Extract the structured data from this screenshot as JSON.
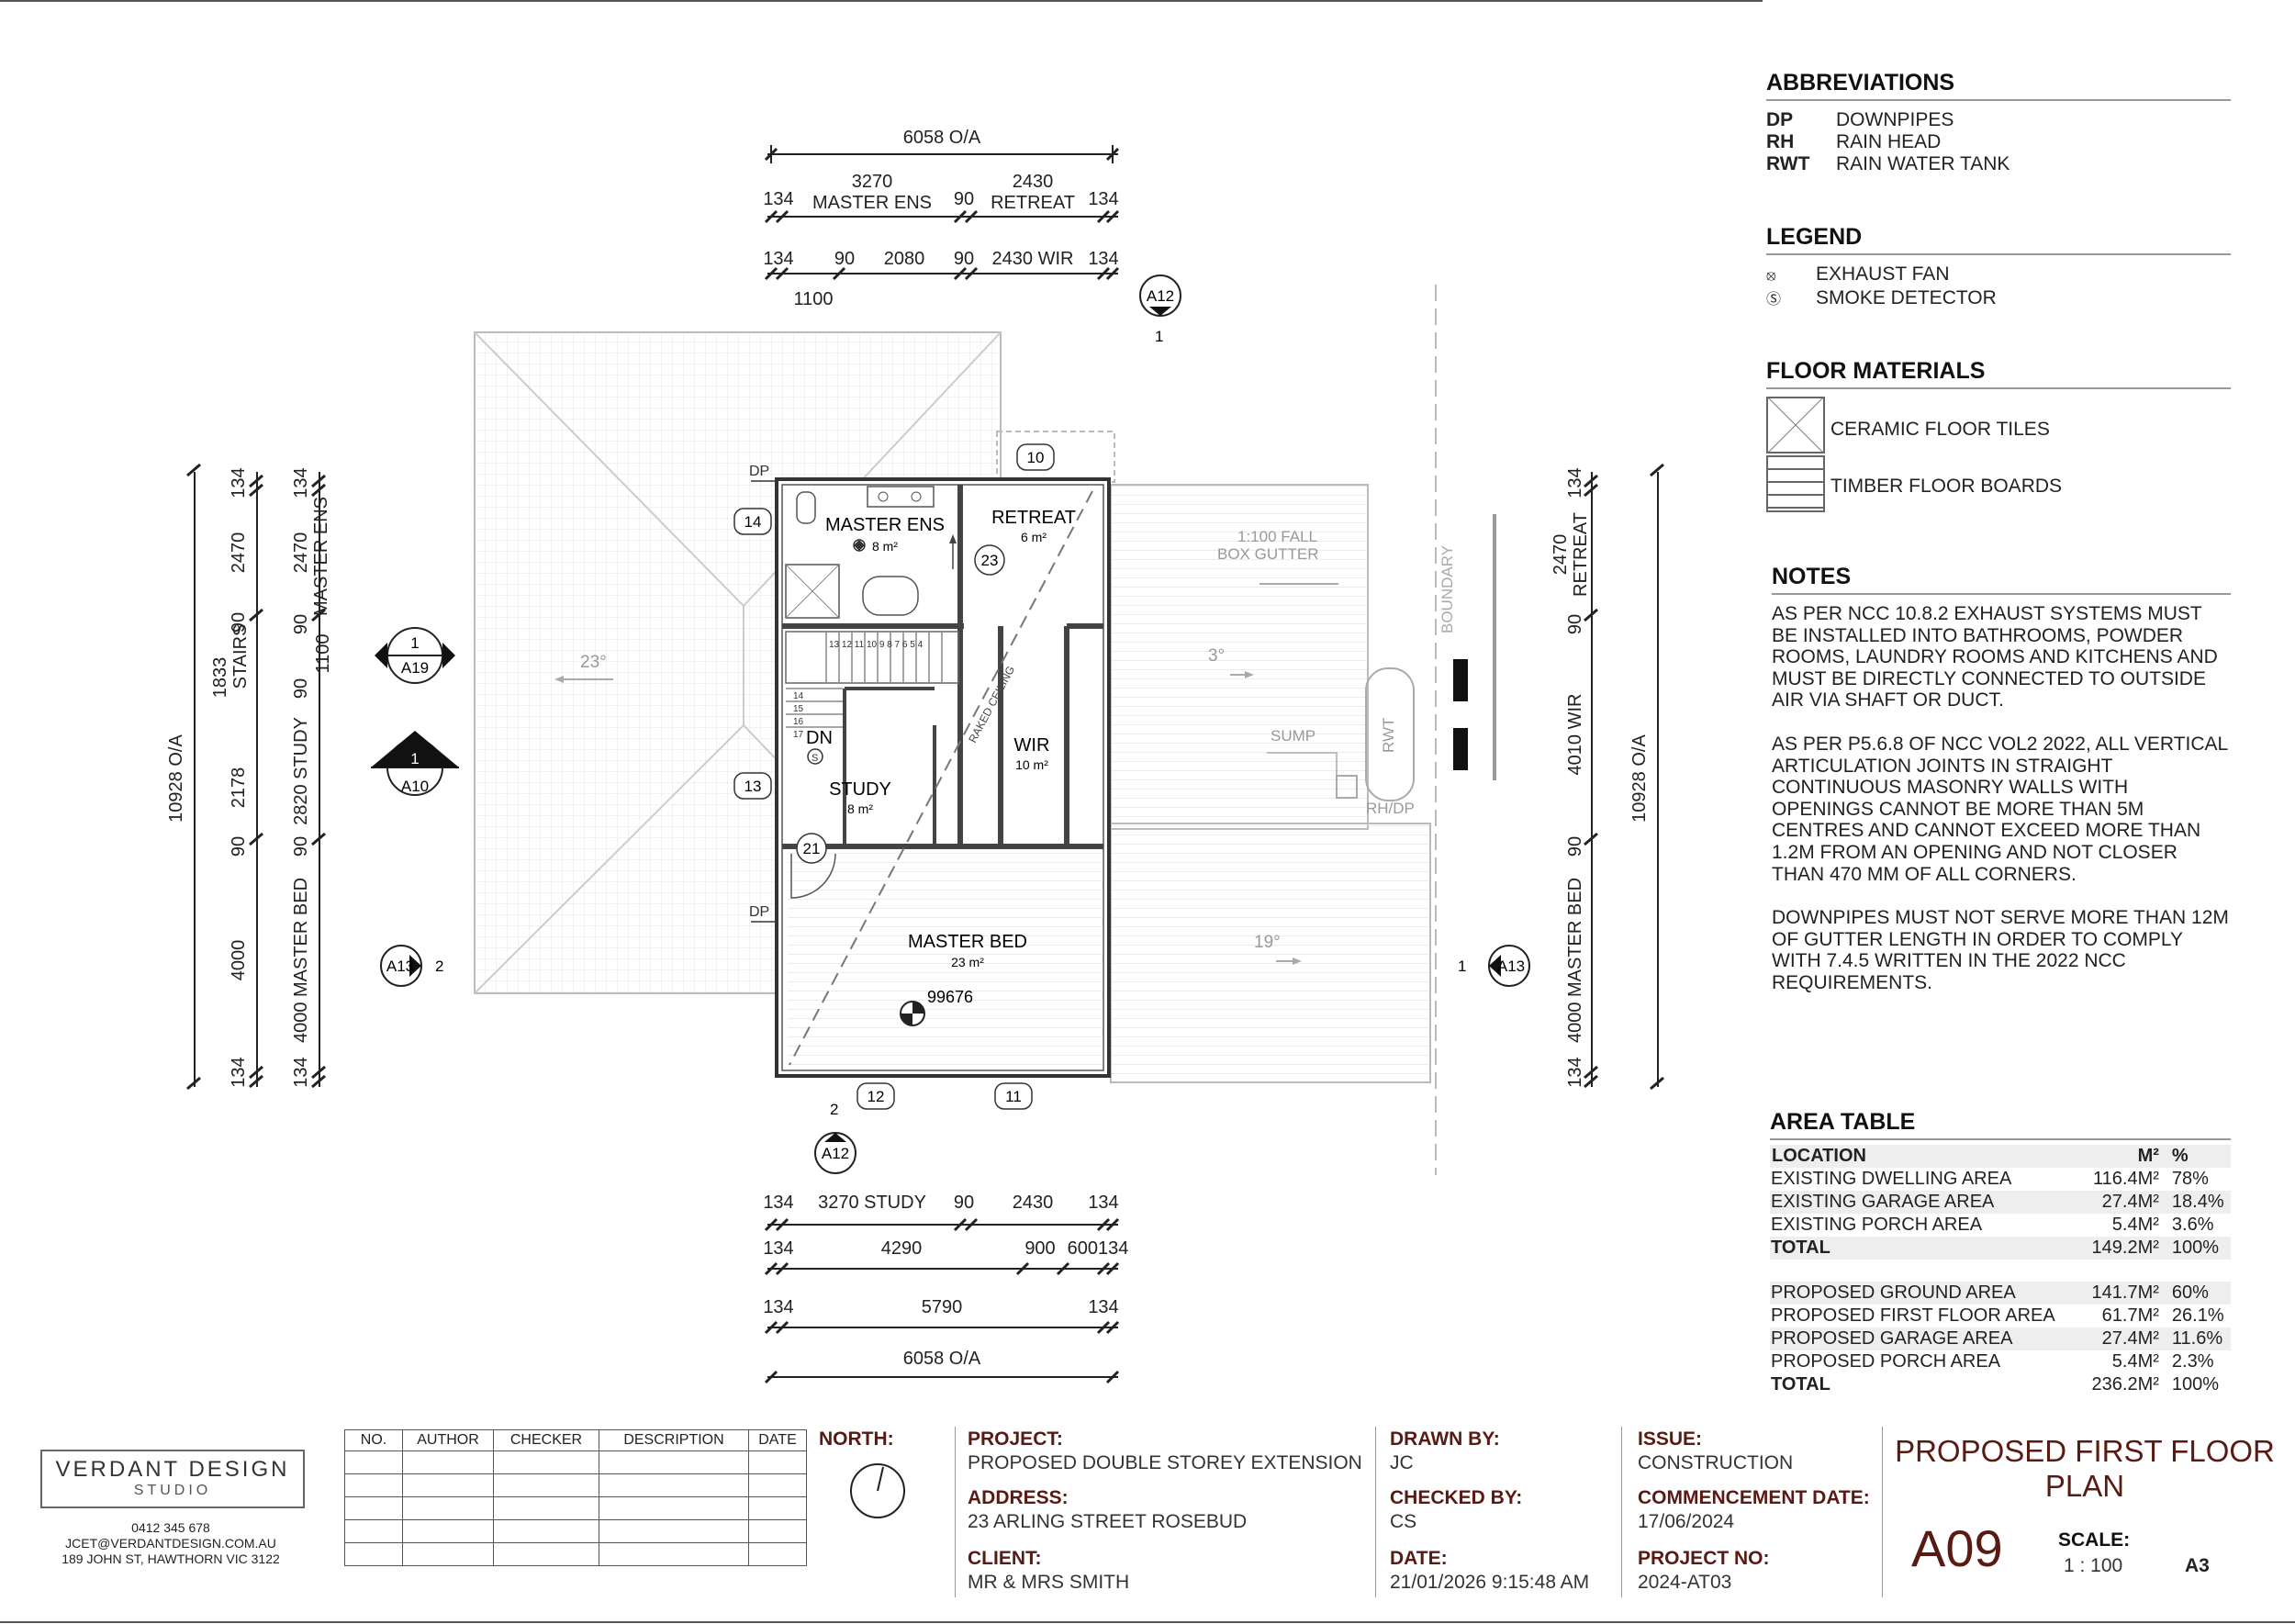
{
  "abbreviations": {
    "title": "ABBREVIATIONS",
    "items": [
      {
        "code": "DP",
        "meaning": "DOWNPIPES"
      },
      {
        "code": "RH",
        "meaning": "RAIN HEAD"
      },
      {
        "code": "RWT",
        "meaning": "RAIN WATER TANK"
      }
    ]
  },
  "legend": {
    "title": "LEGEND",
    "items": [
      {
        "symbol": "exhaust-fan-icon",
        "label": "EXHAUST FAN"
      },
      {
        "symbol": "smoke-detector-icon",
        "label": "SMOKE DETECTOR"
      }
    ]
  },
  "floor_materials": {
    "title": "FLOOR MATERIALS",
    "items": [
      {
        "swatch": "ceramic-tiles-swatch",
        "label": "CERAMIC FLOOR TILES"
      },
      {
        "swatch": "timber-boards-swatch",
        "label": "TIMBER FLOOR BOARDS"
      }
    ]
  },
  "notes": {
    "title": "NOTES",
    "paragraphs": [
      "AS PER NCC 10.8.2 EXHAUST SYSTEMS MUST BE INSTALLED INTO BATHROOMS, POWDER ROOMS, LAUNDRY ROOMS AND KITCHENS AND MUST BE DIRECTLY CONNECTED TO OUTSIDE AIR VIA SHAFT OR DUCT.",
      "AS PER P5.6.8 OF NCC VOL2 2022, ALL VERTICAL ARTICULATION JOINTS IN STRAIGHT CONTINUOUS MASONRY WALLS WITH OPENINGS CANNOT BE MORE THAN 5M CENTRES AND CANNOT EXCEED MORE THAN 1.2M FROM AN OPENING AND NOT CLOSER THAN 470 MM OF ALL CORNERS.",
      "DOWNPIPES MUST NOT SERVE MORE THAN 12M OF GUTTER LENGTH IN ORDER TO COMPLY WITH 7.4.5 WRITTEN IN THE 2022 NCC REQUIREMENTS."
    ]
  },
  "area_table": {
    "title": "AREA TABLE",
    "headers": [
      "LOCATION",
      "M²",
      "%"
    ],
    "existing": [
      [
        "EXISTING DWELLING AREA",
        "116.4M²",
        "78%"
      ],
      [
        "EXISTING GARAGE AREA",
        "27.4M²",
        "18.4%"
      ],
      [
        "EXISTING PORCH AREA",
        "5.4M²",
        "3.6%"
      ],
      [
        "TOTAL",
        "149.2M²",
        "100%"
      ]
    ],
    "proposed": [
      [
        "PROPOSED GROUND AREA",
        "141.7M²",
        "60%"
      ],
      [
        "PROPOSED FIRST FLOOR AREA",
        "61.7M²",
        "26.1%"
      ],
      [
        "PROPOSED GARAGE AREA",
        "27.4M²",
        "11.6%"
      ],
      [
        "PROPOSED PORCH AREA",
        "5.4M²",
        "2.3%"
      ],
      [
        "TOTAL",
        "236.2M²",
        "100%"
      ]
    ]
  },
  "plan": {
    "rooms": [
      {
        "name": "MASTER ENS",
        "area": "8 m²"
      },
      {
        "name": "RETREAT",
        "area": "6 m²"
      },
      {
        "name": "WIR",
        "area": "10 m²"
      },
      {
        "name": "STUDY",
        "area": "8 m²"
      },
      {
        "name": "MASTER BED",
        "area": "23 m²"
      }
    ],
    "labels": {
      "dn": "DN",
      "raked_ceiling": "RAKED CEILING",
      "box_gutter_1": "1:100 FALL",
      "box_gutter_2": "BOX GUTTER",
      "sump": "SUMP",
      "rwt": "RWT",
      "rhdp": "RH/DP",
      "boundary": "BOUNDARY",
      "dp": "DP",
      "level": "99676",
      "pitch_left": "23°",
      "pitch_mid": "3°",
      "pitch_right": "19°",
      "stair_top": "13 12 11 10 9 8 7 6 5 4",
      "stair_side": [
        "14",
        "15",
        "16",
        "17"
      ]
    },
    "tags": [
      "10",
      "14",
      "23",
      "13",
      "21",
      "12",
      "11"
    ],
    "section_markers": [
      {
        "num": "1",
        "ref": "A19"
      },
      {
        "num": "1",
        "ref": "A10"
      },
      {
        "num": "2",
        "ref": "A13"
      },
      {
        "num": "1",
        "ref": "A13"
      },
      {
        "num": "1",
        "ref": "A12"
      },
      {
        "num": "2",
        "ref": "A12"
      }
    ],
    "dims_top": {
      "overall": "6058 O/A",
      "row2": [
        "134",
        "3270",
        "MASTER ENS",
        "90",
        "2430",
        "RETREAT",
        "134"
      ],
      "row3": [
        "134",
        "90",
        "2080",
        "90",
        "2430 WIR",
        "134"
      ],
      "sub": "1100"
    },
    "dims_bottom": {
      "row1": [
        "134",
        "3270 STUDY",
        "90",
        "2430",
        "134"
      ],
      "row2": [
        "134",
        "4290",
        "900",
        "600134"
      ],
      "row3": [
        "134",
        "5790",
        "134"
      ],
      "overall": "6058 O/A"
    },
    "dims_left": {
      "overall": "10928 O/A",
      "col1": [
        "134",
        "2470",
        "1833",
        "STAIRS",
        "90",
        "2178",
        "90",
        "4000",
        "134"
      ],
      "col2": [
        "134",
        "2470",
        "MASTER ENS",
        "90",
        "1100",
        "90",
        "2820 STUDY",
        "90",
        "4000 MASTER BED",
        "134"
      ]
    },
    "dims_right": {
      "overall": "10928 O/A",
      "col": [
        "134",
        "2470",
        "RETREAT",
        "90",
        "4010 WIR",
        "90",
        "4000 MASTER BED",
        "134"
      ]
    }
  },
  "title_block": {
    "company": "VERDANT DESIGN",
    "company_sub": "STUDIO",
    "phone": "0412 345 678",
    "email": "JCET@VERDANTDESIGN.COM.AU",
    "address_line": "189 JOHN ST, HAWTHORN VIC 3122",
    "revision_headers": [
      "NO.",
      "AUTHOR",
      "CHECKER",
      "DESCRIPTION",
      "DATE"
    ],
    "north_label": "NORTH:",
    "project_label": "PROJECT:",
    "project": "PROPOSED DOUBLE STOREY EXTENSION",
    "address_label": "ADDRESS:",
    "address": "23 ARLING STREET ROSEBUD",
    "client_label": "CLIENT:",
    "client": "MR & MRS SMITH",
    "drawn_by_label": "DRAWN BY:",
    "drawn_by": "JC",
    "checked_by_label": "CHECKED BY:",
    "checked_by": "CS",
    "date_label": "DATE:",
    "date": "21/01/2026 9:15:48 AM",
    "issue_label": "ISSUE:",
    "issue": "CONSTRUCTION",
    "commencement_label": "COMMENCEMENT DATE:",
    "commencement": "17/06/2024",
    "project_no_label": "PROJECT NO:",
    "project_no": "2024-AT03",
    "sheet_title_1": "PROPOSED FIRST FLOOR",
    "sheet_title_2": "PLAN",
    "sheet_no": "A09",
    "scale_label": "SCALE:",
    "scale": "1 : 100",
    "paper": "A3"
  }
}
